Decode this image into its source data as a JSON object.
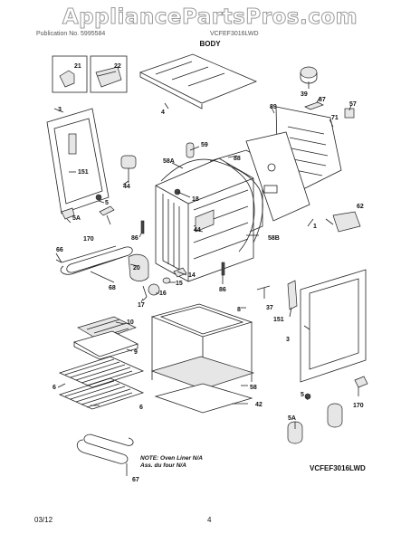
{
  "watermark": "AppliancePartsPros.com",
  "header_left": "Publication No. 5995584",
  "header_right": "VCFEF3016LWD",
  "section_title": "BODY",
  "note_line1": "NOTE: Oven Liner N/A",
  "note_line2": "Ass. du four N/A",
  "model_label": "VCFEF3016LWD",
  "footer_date": "03/12",
  "page_number": "4",
  "callouts": {
    "c21": "21",
    "c22": "22",
    "c4": "4",
    "c39": "39",
    "c87": "87",
    "c89": "89",
    "c71": "71",
    "c57": "57",
    "c3a": "3",
    "c59": "59",
    "c151a": "151",
    "c58A": "58A",
    "c88": "88",
    "c44a": "44",
    "c18": "18",
    "c5a": "5",
    "c5Aa": "5A",
    "c170a": "170",
    "c86a": "86",
    "c44b": "44",
    "c58B": "58B",
    "c62": "62",
    "c1": "1",
    "c66": "66",
    "c20": "20",
    "c14": "14",
    "c15": "15",
    "c16": "16",
    "c68": "68",
    "c17": "17",
    "c86b": "86",
    "c37": "37",
    "c151b": "151",
    "c10": "10",
    "c8": "8",
    "c3b": "3",
    "c9": "9",
    "c6a": "6",
    "c58": "58",
    "c6b": "6",
    "c42": "42",
    "c5b": "5",
    "c170b": "170",
    "c5Ab": "5A",
    "c67": "67"
  }
}
